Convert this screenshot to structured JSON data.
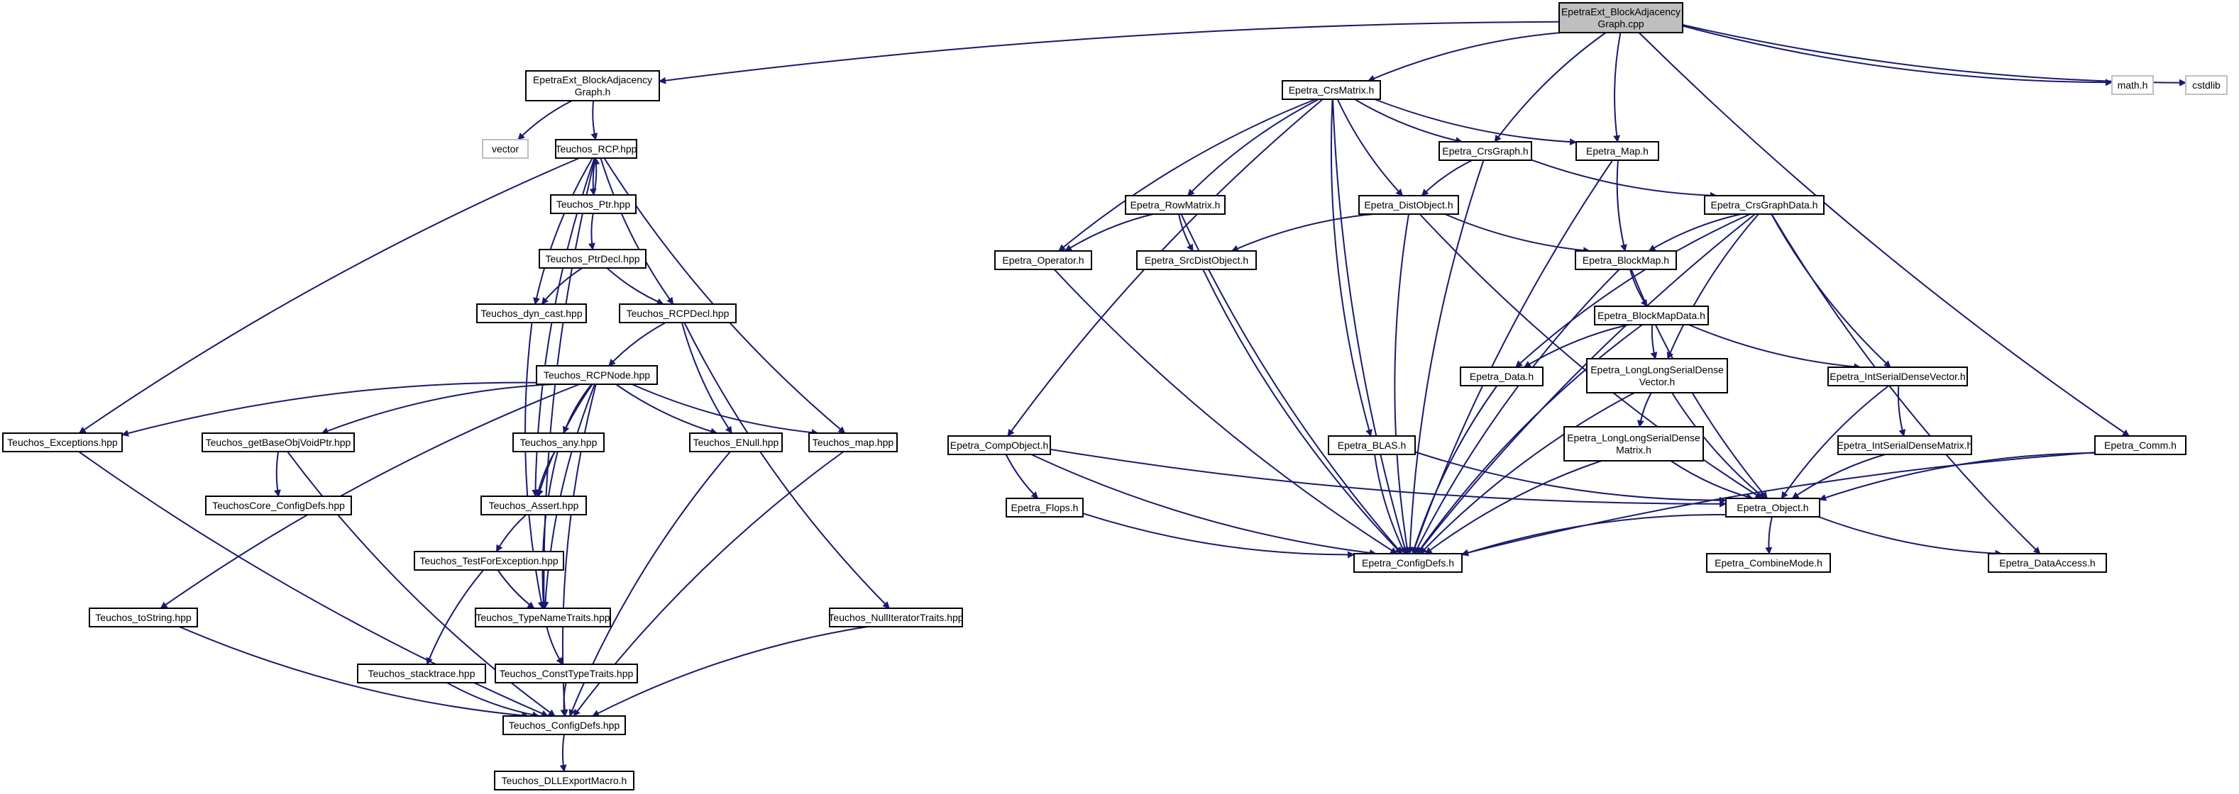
{
  "graph": {
    "nodes": [
      {
        "id": "root",
        "lines": [
          "EpetraExt_BlockAdjacency",
          "Graph.cpp"
        ],
        "root": true
      },
      {
        "id": "bag_h",
        "lines": [
          "EpetraExt_BlockAdjacency",
          "Graph.h"
        ]
      },
      {
        "id": "vector",
        "lines": [
          "vector"
        ],
        "external": true
      },
      {
        "id": "math_h",
        "lines": [
          "math.h"
        ],
        "external": true
      },
      {
        "id": "cstdlib",
        "lines": [
          "cstdlib"
        ],
        "external": true
      },
      {
        "id": "rcp",
        "lines": [
          "Teuchos_RCP.hpp"
        ]
      },
      {
        "id": "ptr",
        "lines": [
          "Teuchos_Ptr.hpp"
        ]
      },
      {
        "id": "ptrdecl",
        "lines": [
          "Teuchos_PtrDecl.hpp"
        ]
      },
      {
        "id": "dyncast",
        "lines": [
          "Teuchos_dyn_cast.hpp"
        ]
      },
      {
        "id": "rcpdecl",
        "lines": [
          "Teuchos_RCPDecl.hpp"
        ]
      },
      {
        "id": "rcpnode",
        "lines": [
          "Teuchos_RCPNode.hpp"
        ]
      },
      {
        "id": "exceptions",
        "lines": [
          "Teuchos_Exceptions.hpp"
        ]
      },
      {
        "id": "getbase",
        "lines": [
          "Teuchos_getBaseObjVoidPtr.hpp"
        ]
      },
      {
        "id": "coreconfig",
        "lines": [
          "TeuchosCore_ConfigDefs.hpp"
        ]
      },
      {
        "id": "any",
        "lines": [
          "Teuchos_any.hpp"
        ]
      },
      {
        "id": "assert",
        "lines": [
          "Teuchos_Assert.hpp"
        ]
      },
      {
        "id": "enull",
        "lines": [
          "Teuchos_ENull.hpp"
        ]
      },
      {
        "id": "tmap",
        "lines": [
          "Teuchos_map.hpp"
        ]
      },
      {
        "id": "testfor",
        "lines": [
          "Teuchos_TestForException.hpp"
        ]
      },
      {
        "id": "tostring",
        "lines": [
          "Teuchos_toString.hpp"
        ]
      },
      {
        "id": "typename",
        "lines": [
          "Teuchos_TypeNameTraits.hpp"
        ]
      },
      {
        "id": "nulliter",
        "lines": [
          "Teuchos_NullIteratorTraits.hpp"
        ]
      },
      {
        "id": "stacktrace",
        "lines": [
          "Teuchos_stacktrace.hpp"
        ]
      },
      {
        "id": "consttype",
        "lines": [
          "Teuchos_ConstTypeTraits.hpp"
        ]
      },
      {
        "id": "tconfig",
        "lines": [
          "Teuchos_ConfigDefs.hpp"
        ]
      },
      {
        "id": "dllexport",
        "lines": [
          "Teuchos_DLLExportMacro.h"
        ]
      },
      {
        "id": "crsmatrix",
        "lines": [
          "Epetra_CrsMatrix.h"
        ]
      },
      {
        "id": "crsgraph",
        "lines": [
          "Epetra_CrsGraph.h"
        ]
      },
      {
        "id": "emap",
        "lines": [
          "Epetra_Map.h"
        ]
      },
      {
        "id": "rowmatrix",
        "lines": [
          "Epetra_RowMatrix.h"
        ]
      },
      {
        "id": "distobject",
        "lines": [
          "Epetra_DistObject.h"
        ]
      },
      {
        "id": "crsgraphdata",
        "lines": [
          "Epetra_CrsGraphData.h"
        ]
      },
      {
        "id": "operator",
        "lines": [
          "Epetra_Operator.h"
        ]
      },
      {
        "id": "srcdist",
        "lines": [
          "Epetra_SrcDistObject.h"
        ]
      },
      {
        "id": "blockmap",
        "lines": [
          "Epetra_BlockMap.h"
        ]
      },
      {
        "id": "blockmapdata",
        "lines": [
          "Epetra_BlockMapData.h"
        ]
      },
      {
        "id": "edata",
        "lines": [
          "Epetra_Data.h"
        ]
      },
      {
        "id": "llsdv",
        "lines": [
          "Epetra_LongLongSerialDense",
          "Vector.h"
        ]
      },
      {
        "id": "isdv",
        "lines": [
          "Epetra_IntSerialDenseVector.h"
        ]
      },
      {
        "id": "compobject",
        "lines": [
          "Epetra_CompObject.h"
        ]
      },
      {
        "id": "blas",
        "lines": [
          "Epetra_BLAS.h"
        ]
      },
      {
        "id": "llsdm",
        "lines": [
          "Epetra_LongLongSerialDense",
          "Matrix.h"
        ]
      },
      {
        "id": "isdm",
        "lines": [
          "Epetra_IntSerialDenseMatrix.h"
        ]
      },
      {
        "id": "comm",
        "lines": [
          "Epetra_Comm.h"
        ]
      },
      {
        "id": "flops",
        "lines": [
          "Epetra_Flops.h"
        ]
      },
      {
        "id": "eobject",
        "lines": [
          "Epetra_Object.h"
        ]
      },
      {
        "id": "econfig",
        "lines": [
          "Epetra_ConfigDefs.h"
        ]
      },
      {
        "id": "combinemode",
        "lines": [
          "Epetra_CombineMode.h"
        ]
      },
      {
        "id": "dataaccess",
        "lines": [
          "Epetra_DataAccess.h"
        ]
      }
    ],
    "edges": [
      [
        "root",
        "bag_h"
      ],
      [
        "root",
        "crsmatrix"
      ],
      [
        "root",
        "crsgraph"
      ],
      [
        "root",
        "emap"
      ],
      [
        "root",
        "math_h"
      ],
      [
        "root",
        "cstdlib"
      ],
      [
        "root",
        "comm"
      ],
      [
        "bag_h",
        "vector"
      ],
      [
        "bag_h",
        "rcp"
      ],
      [
        "rcp",
        "ptr"
      ],
      [
        "ptr",
        "rcp"
      ],
      [
        "ptr",
        "ptrdecl"
      ],
      [
        "ptrdecl",
        "dyncast"
      ],
      [
        "ptrdecl",
        "rcpdecl"
      ],
      [
        "rcp",
        "dyncast"
      ],
      [
        "rcp",
        "rcpdecl"
      ],
      [
        "rcp",
        "exceptions"
      ],
      [
        "rcp",
        "assert"
      ],
      [
        "rcp",
        "typename"
      ],
      [
        "rcp",
        "tmap"
      ],
      [
        "dyncast",
        "typename"
      ],
      [
        "rcpdecl",
        "rcpnode"
      ],
      [
        "rcpdecl",
        "enull"
      ],
      [
        "rcpdecl",
        "nulliter"
      ],
      [
        "rcpnode",
        "exceptions"
      ],
      [
        "rcpnode",
        "getbase"
      ],
      [
        "rcpnode",
        "tostring"
      ],
      [
        "rcpnode",
        "any"
      ],
      [
        "rcpnode",
        "assert"
      ],
      [
        "rcpnode",
        "enull"
      ],
      [
        "rcpnode",
        "tmap"
      ],
      [
        "rcpnode",
        "typename"
      ],
      [
        "rcpnode",
        "tconfig"
      ],
      [
        "getbase",
        "coreconfig"
      ],
      [
        "getbase",
        "tconfig"
      ],
      [
        "any",
        "assert"
      ],
      [
        "any",
        "typename"
      ],
      [
        "assert",
        "testfor"
      ],
      [
        "testfor",
        "typename"
      ],
      [
        "testfor",
        "stacktrace"
      ],
      [
        "typename",
        "consttype"
      ],
      [
        "consttype",
        "tconfig"
      ],
      [
        "stacktrace",
        "tconfig"
      ],
      [
        "tostring",
        "tconfig"
      ],
      [
        "exceptions",
        "tconfig"
      ],
      [
        "enull",
        "tconfig"
      ],
      [
        "tmap",
        "tconfig"
      ],
      [
        "nulliter",
        "tconfig"
      ],
      [
        "tconfig",
        "dllexport"
      ],
      [
        "crsmatrix",
        "crsgraph"
      ],
      [
        "crsmatrix",
        "emap"
      ],
      [
        "crsmatrix",
        "rowmatrix"
      ],
      [
        "crsmatrix",
        "distobject"
      ],
      [
        "crsmatrix",
        "operator"
      ],
      [
        "crsmatrix",
        "compobject"
      ],
      [
        "crsmatrix",
        "blas"
      ],
      [
        "crsmatrix",
        "econfig"
      ],
      [
        "crsgraph",
        "distobject"
      ],
      [
        "crsgraph",
        "crsgraphdata"
      ],
      [
        "crsgraph",
        "econfig"
      ],
      [
        "emap",
        "blockmap"
      ],
      [
        "emap",
        "econfig"
      ],
      [
        "rowmatrix",
        "operator"
      ],
      [
        "rowmatrix",
        "srcdist"
      ],
      [
        "rowmatrix",
        "econfig"
      ],
      [
        "distobject",
        "srcdist"
      ],
      [
        "distobject",
        "blockmap"
      ],
      [
        "distobject",
        "eobject"
      ],
      [
        "distobject",
        "econfig"
      ],
      [
        "crsgraphdata",
        "blockmap"
      ],
      [
        "crsgraphdata",
        "edata"
      ],
      [
        "crsgraphdata",
        "llsdv"
      ],
      [
        "crsgraphdata",
        "isdv"
      ],
      [
        "crsgraphdata",
        "econfig"
      ],
      [
        "crsgraphdata",
        "dataaccess"
      ],
      [
        "operator",
        "econfig"
      ],
      [
        "srcdist",
        "econfig"
      ],
      [
        "blockmap",
        "blockmapdata"
      ],
      [
        "blockmap",
        "eobject"
      ],
      [
        "blockmap",
        "econfig"
      ],
      [
        "blockmapdata",
        "edata"
      ],
      [
        "blockmapdata",
        "llsdv"
      ],
      [
        "blockmapdata",
        "isdv"
      ],
      [
        "blockmapdata",
        "econfig"
      ],
      [
        "edata",
        "econfig"
      ],
      [
        "llsdv",
        "llsdm"
      ],
      [
        "llsdv",
        "eobject"
      ],
      [
        "llsdv",
        "econfig"
      ],
      [
        "isdv",
        "isdm"
      ],
      [
        "isdv",
        "eobject"
      ],
      [
        "llsdm",
        "eobject"
      ],
      [
        "llsdm",
        "econfig"
      ],
      [
        "isdm",
        "eobject"
      ],
      [
        "compobject",
        "flops"
      ],
      [
        "compobject",
        "eobject"
      ],
      [
        "compobject",
        "econfig"
      ],
      [
        "blas",
        "eobject"
      ],
      [
        "blas",
        "econfig"
      ],
      [
        "comm",
        "eobject"
      ],
      [
        "comm",
        "econfig"
      ],
      [
        "flops",
        "econfig"
      ],
      [
        "eobject",
        "econfig"
      ],
      [
        "eobject",
        "combinemode"
      ],
      [
        "eobject",
        "dataaccess"
      ]
    ]
  }
}
